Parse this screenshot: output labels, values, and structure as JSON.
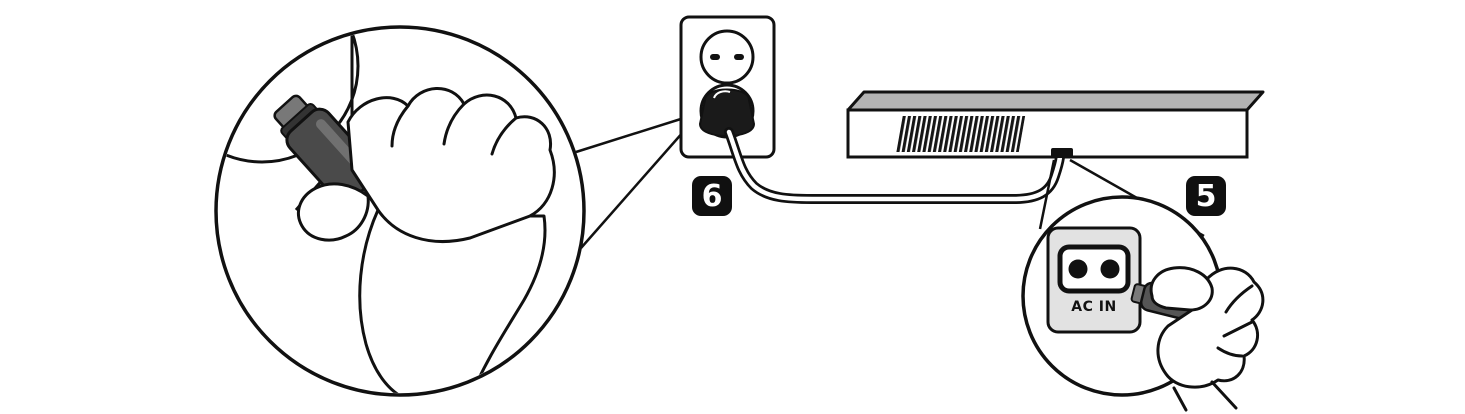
{
  "figure": {
    "background": "#ffffff",
    "line_color": "#111111",
    "port_label": "AC IN",
    "steps": [
      {
        "number": "5",
        "points_to": "ac-in-inlet-detail"
      },
      {
        "number": "6",
        "points_to": "wall-outlet"
      }
    ],
    "badge": {
      "bg": "#101010",
      "text_color": "#ffffff"
    },
    "colors": {
      "plug_body": "#4a4a4a",
      "plug_nose": "#787878",
      "connector_body": "#555555",
      "connector_tip": "#7a7a7a",
      "unit_top": "#b3b3b3",
      "inlet_panel": "#e2e2e2",
      "grille_bar": "#161616"
    },
    "icons": [
      "magnifier-left-circle",
      "hand-holding-plug-icon",
      "power-plug-icon",
      "wall-outlet-icon",
      "power-cord-icon",
      "main-unit-icon",
      "ventilation-grille-icon",
      "magnifier-right-circle",
      "ac-inlet-icon",
      "hand-holding-connector-icon"
    ]
  }
}
